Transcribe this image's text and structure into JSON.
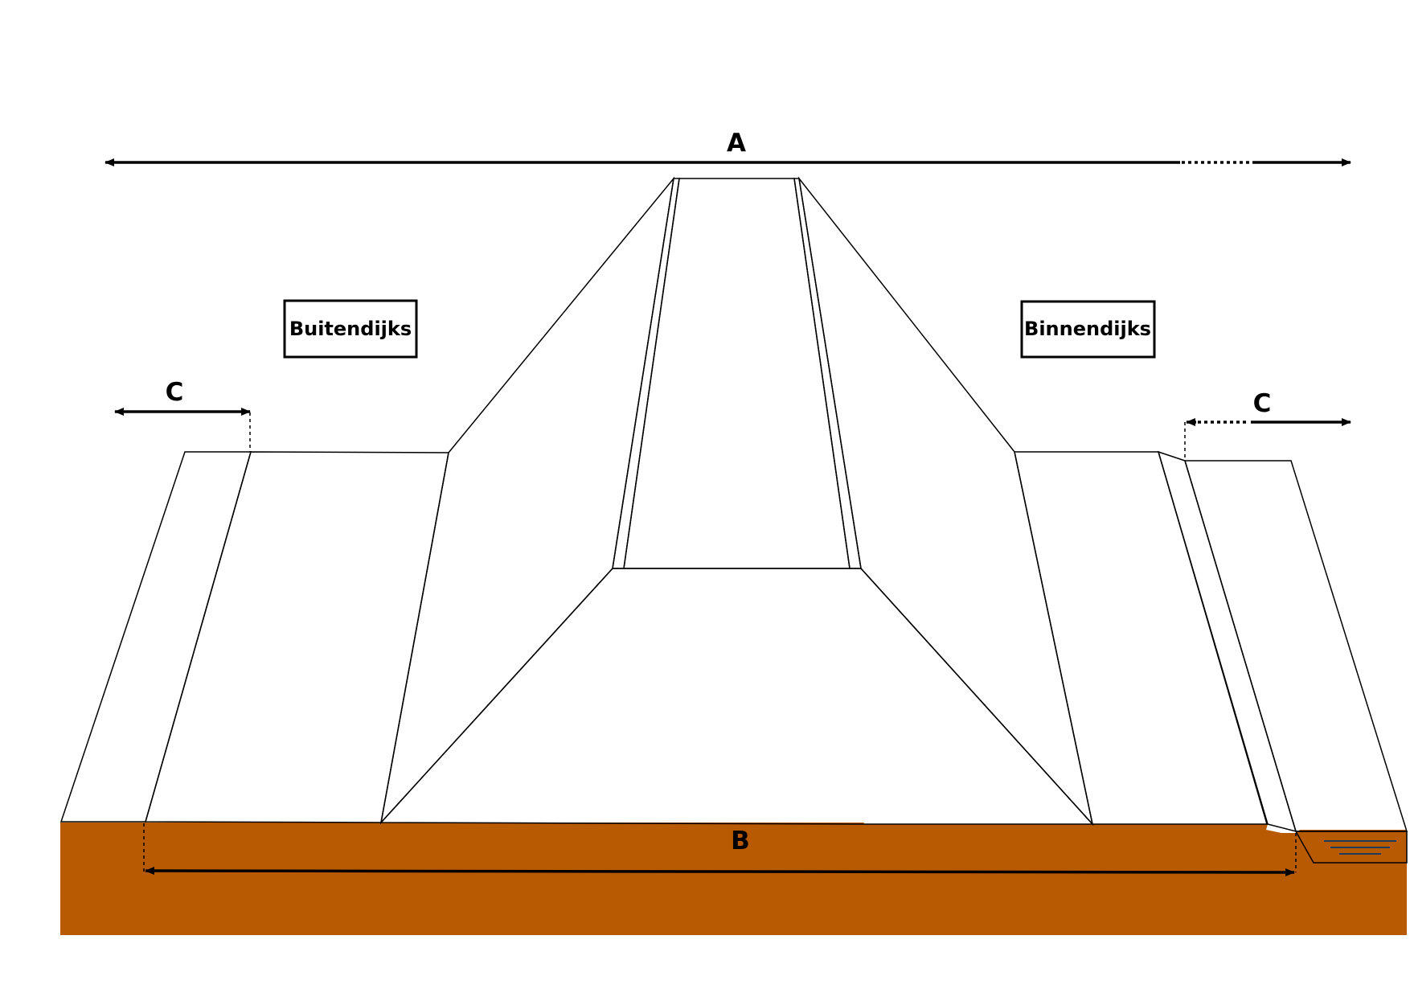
{
  "labels": {
    "a": "A",
    "b": "B",
    "c_left": "C",
    "c_right": "C",
    "outside": "Buitendijks",
    "inside": "Binnendijks"
  },
  "colors": {
    "grass": "#cbd200",
    "clay": "#b85a02",
    "road": "#a0a0a0",
    "water": "#9ec9eb",
    "outline": "#000000",
    "road_marking": "#ffffff"
  }
}
